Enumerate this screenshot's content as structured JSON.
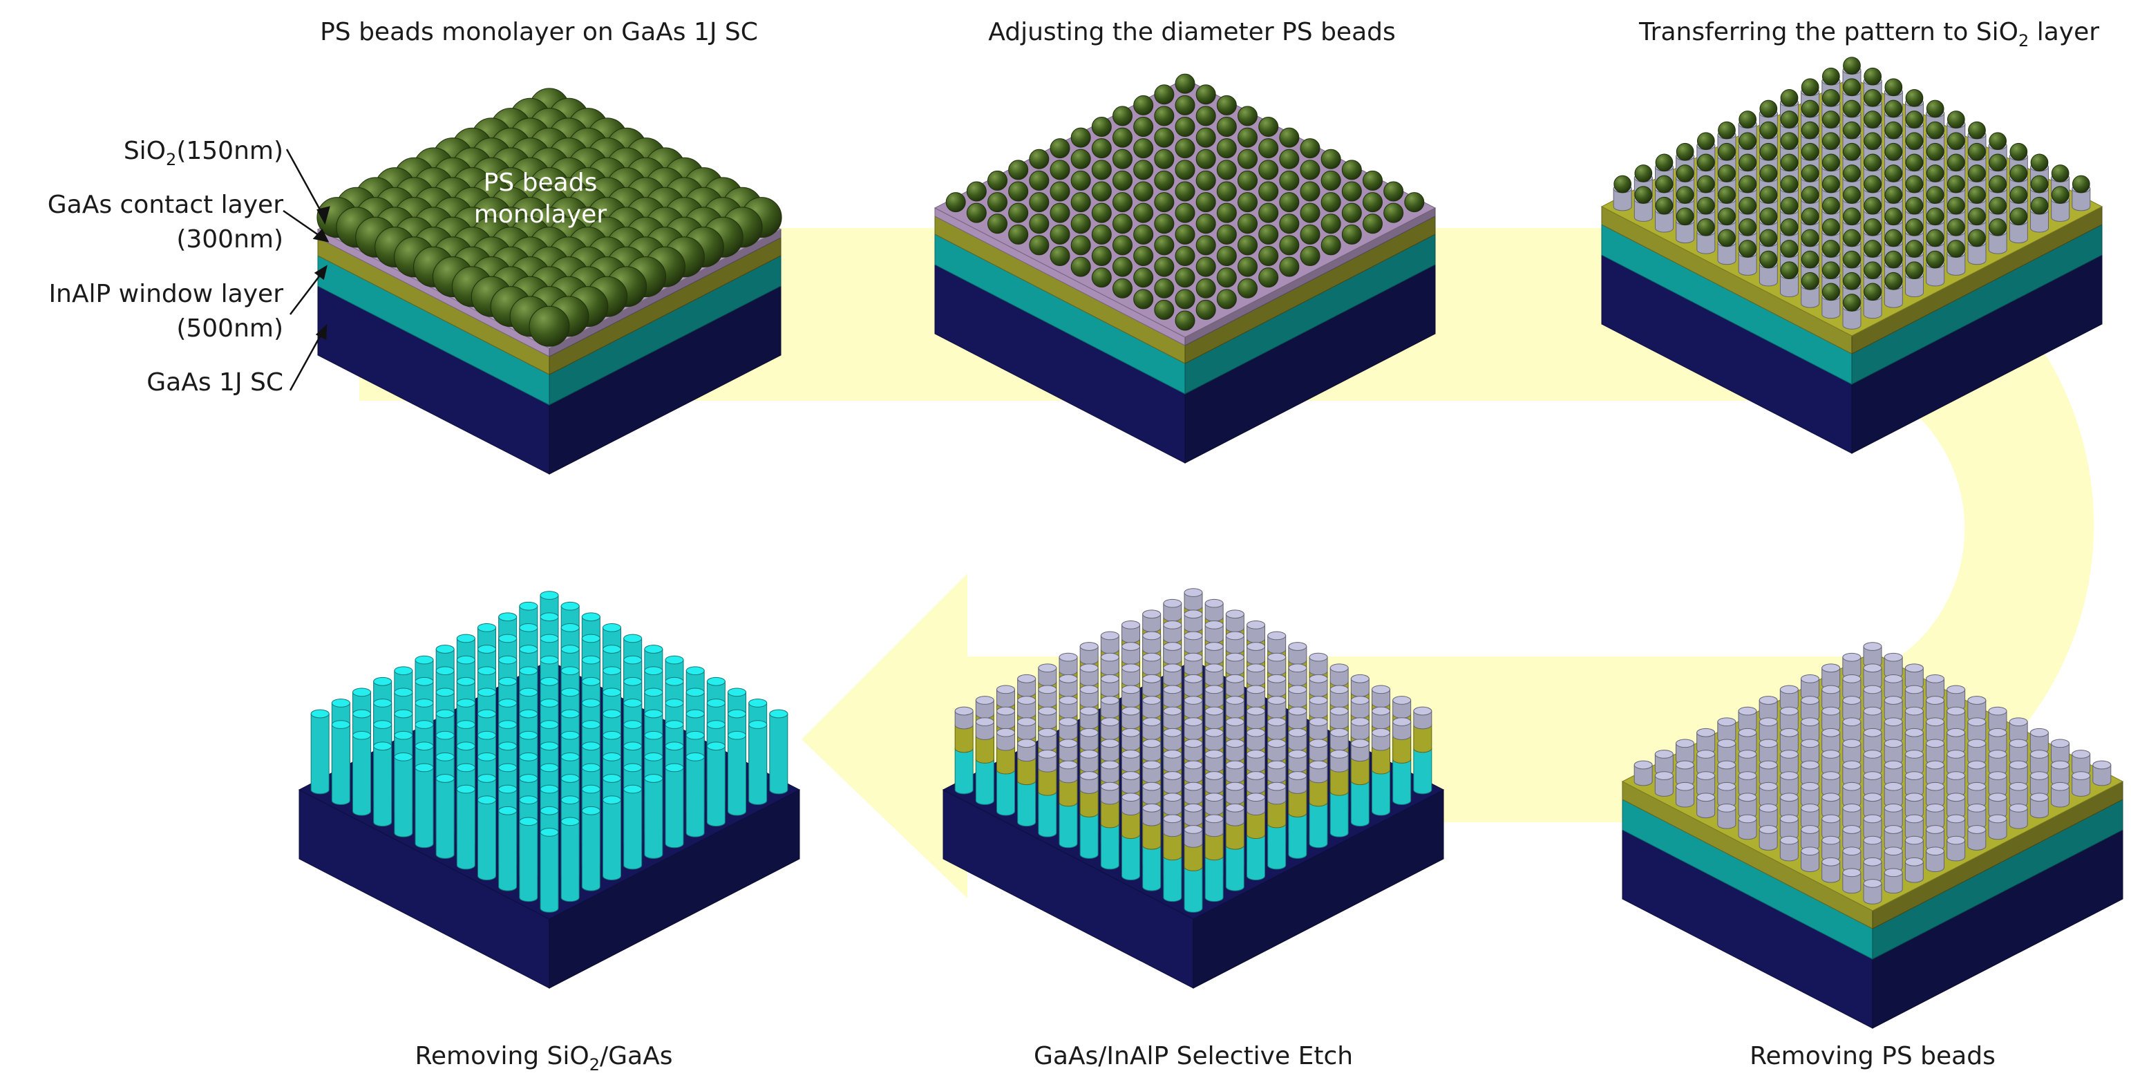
{
  "steps": {
    "s1": {
      "title_a": "PS beads monolayer on GaAs 1J SC"
    },
    "s2": {
      "title_a": "Adjusting the diameter PS beads"
    },
    "s3": {
      "title_a": "Transferring the pattern to SiO",
      "title_sub": "2",
      "title_b": " layer"
    },
    "s4": {
      "title_a": "Removing PS beads"
    },
    "s5": {
      "title_a": "GaAs/InAlP Selective Etch"
    },
    "s6": {
      "title_a": "Removing SiO",
      "title_sub": "2",
      "title_b": "/GaAs"
    }
  },
  "layer_labels": {
    "sio2_a": "SiO",
    "sio2_sub": "2",
    "sio2_b": "(150nm)",
    "gaas_contact": "GaAs contact layer",
    "gaas_contact_thk": "(300nm)",
    "inalp_window": "InAlP window layer",
    "inalp_window_thk": "(500nm)",
    "gaas_sc": "GaAs 1J SC",
    "ps_beads_1": "PS beads",
    "ps_beads_2": "monolayer"
  },
  "colors": {
    "substrate": "#141659",
    "inalp": "#0f9a98",
    "gaas_contact": "#8f8f2a",
    "sio2": "#a98fb6",
    "ps_bead": "#3d5a1c",
    "flow_arrow": "#fdfdc2",
    "pillar_cyan": "#1ec6c6"
  },
  "flow_arrow": {
    "shape": "u-turn-arrow",
    "direction": "clockwise then leftward"
  }
}
